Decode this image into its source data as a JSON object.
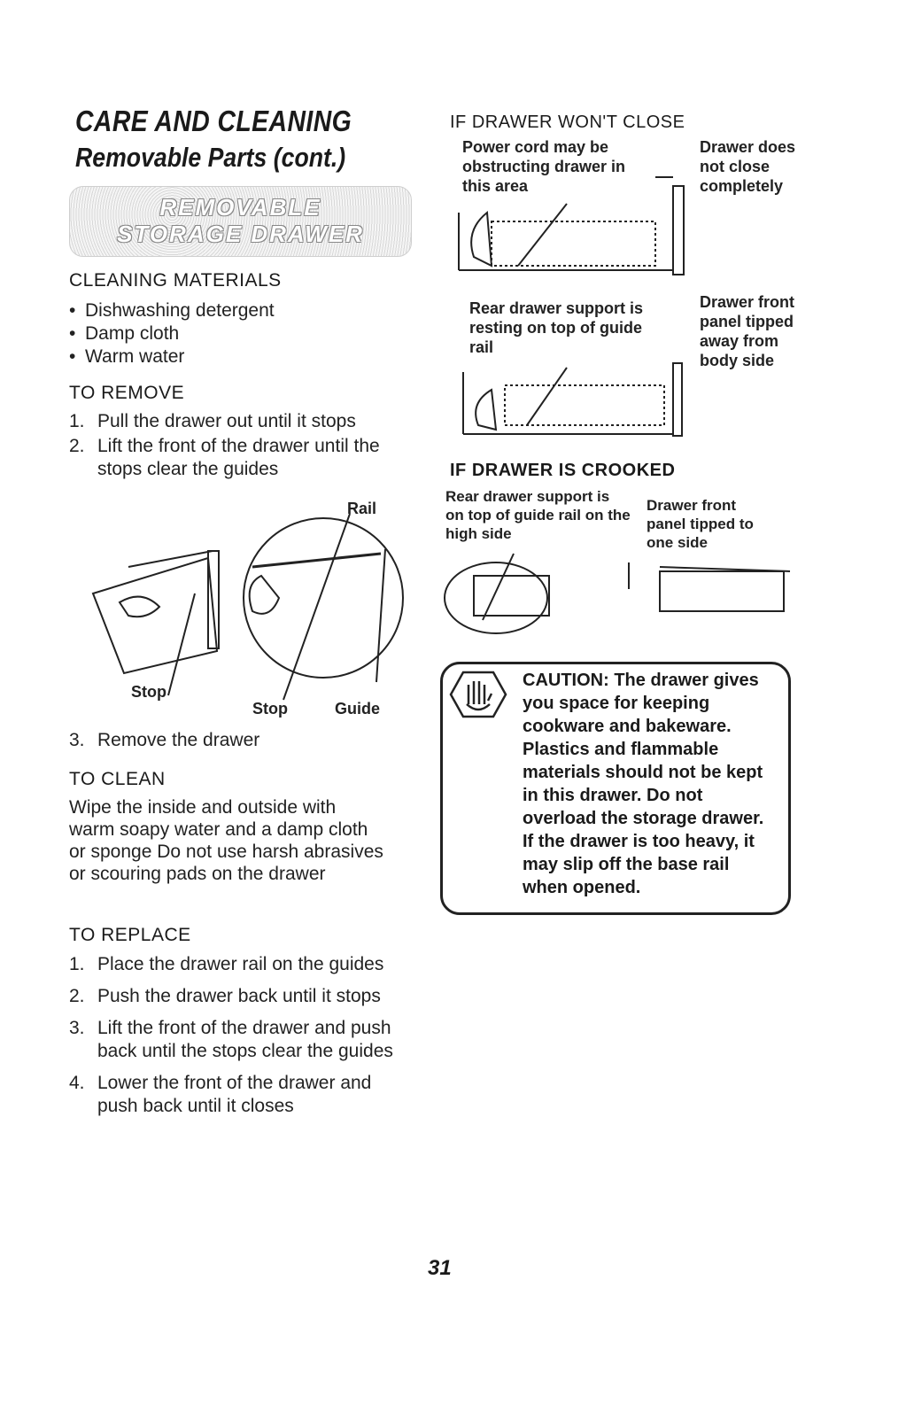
{
  "title": "CARE AND CLEANING",
  "subtitle": "Removable Parts (cont.)",
  "banner": [
    "REMOVABLE",
    "STORAGE DRAWER"
  ],
  "cleaning_materials": {
    "heading": "CLEANING MATERIALS",
    "items": [
      "Dishwashing detergent",
      "Damp cloth",
      "Warm water"
    ]
  },
  "to_remove": {
    "heading": "TO REMOVE",
    "steps": [
      {
        "n": "1.",
        "text": "Pull the drawer out until it stops"
      },
      {
        "n": "2.",
        "text": "Lift the front of the drawer until the stops clear the guides"
      }
    ]
  },
  "figure_labels": {
    "rail": "Rail",
    "stop_left": "Stop",
    "stop_right": "Stop",
    "guide": "Guide"
  },
  "step3": {
    "n": "3.",
    "text": "Remove the drawer"
  },
  "to_clean": {
    "heading": "TO CLEAN",
    "text": "Wipe the inside and outside with warm soapy water and a damp cloth or sponge Do not use harsh abrasives or scouring pads on the drawer"
  },
  "to_replace": {
    "heading": "TO REPLACE",
    "steps": [
      {
        "n": "1.",
        "text": "Place the drawer rail on the guides"
      },
      {
        "n": "2.",
        "text": "Push the drawer back until it stops"
      },
      {
        "n": "3.",
        "text": "Lift the front of the drawer and push back until the stops clear the guides"
      },
      {
        "n": "4.",
        "text": "Lower the front of the drawer and push back until it closes"
      }
    ]
  },
  "wont_close": {
    "heading": "IF DRAWER WON'T CLOSE",
    "fig1_left": "Power cord may be obstructing drawer in this area",
    "fig1_right": "Drawer does not close completely",
    "fig2_left": "Rear drawer support is resting on top of guide rail",
    "fig2_right": "Drawer front panel tipped away from body side"
  },
  "crooked": {
    "heading": "IF DRAWER IS CROOKED",
    "left": "Rear drawer support is on top of guide rail on the high side",
    "right": "Drawer front panel tipped to one side"
  },
  "caution": {
    "label": "CAUTION:",
    "text": "The drawer gives you space for keeping cookware and bakeware. Plastics and flammable materials should not be kept in this drawer. Do not overload the storage drawer. If the drawer is too heavy, it may slip off the base rail when opened."
  },
  "page_number": "31"
}
